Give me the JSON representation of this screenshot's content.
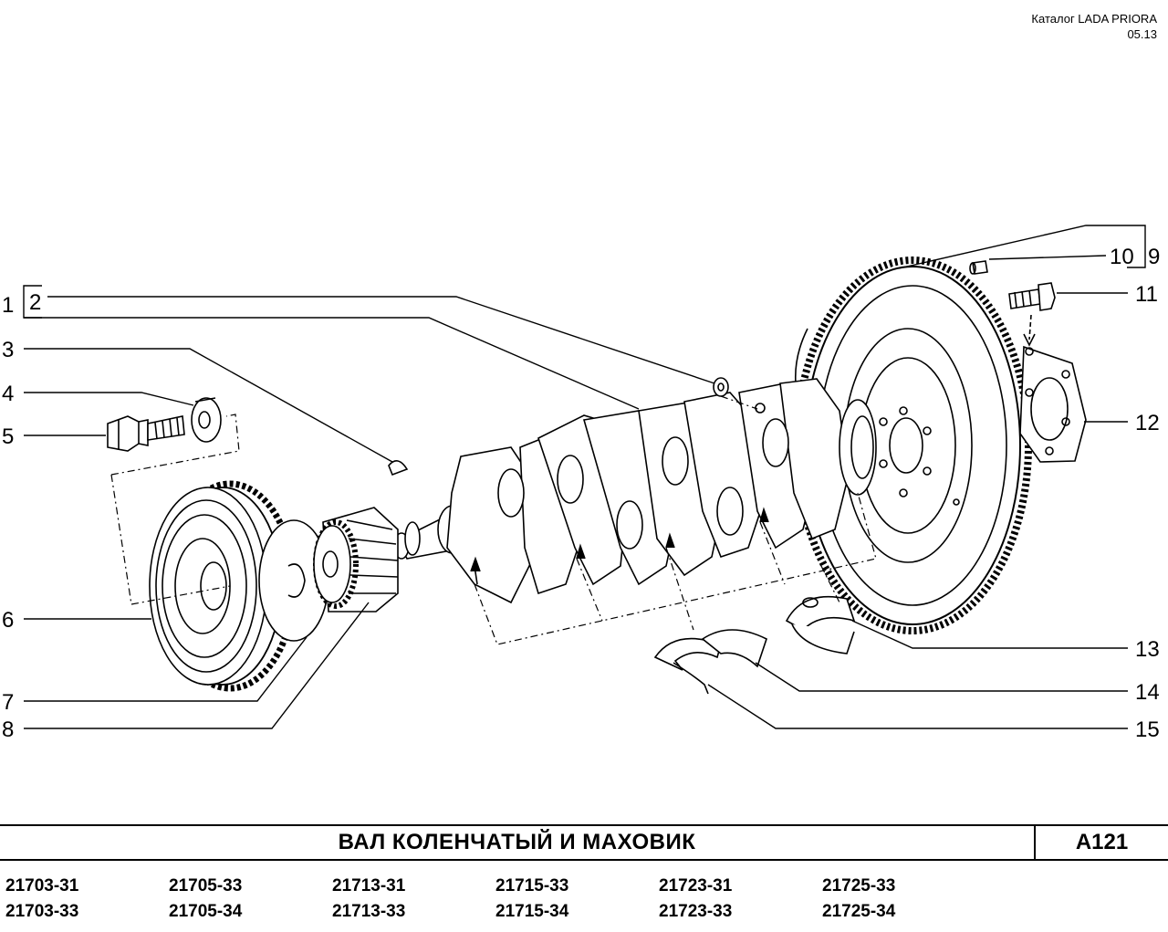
{
  "header": {
    "catalog": "Каталог  LADA  PRIORA",
    "date": "05.13"
  },
  "callouts": {
    "c1": "1",
    "c2": "2",
    "c3": "3",
    "c4": "4",
    "c5": "5",
    "c6": "6",
    "c7": "7",
    "c8": "8",
    "c9": "9",
    "c10": "10",
    "c11": "11",
    "c12": "12",
    "c13": "13",
    "c14": "14",
    "c15": "15"
  },
  "title": {
    "name": "ВАЛ   КОЛЕНЧАТЫЙ   И   МАХОВИК",
    "code": "А121"
  },
  "models": [
    [
      "21703-31",
      "21703-33"
    ],
    [
      "21705-33",
      "21705-34"
    ],
    [
      "21713-31",
      "21713-33"
    ],
    [
      "21715-33",
      "21715-34"
    ],
    [
      "21723-31",
      "21723-33"
    ],
    [
      "21725-33",
      "21725-34"
    ]
  ]
}
